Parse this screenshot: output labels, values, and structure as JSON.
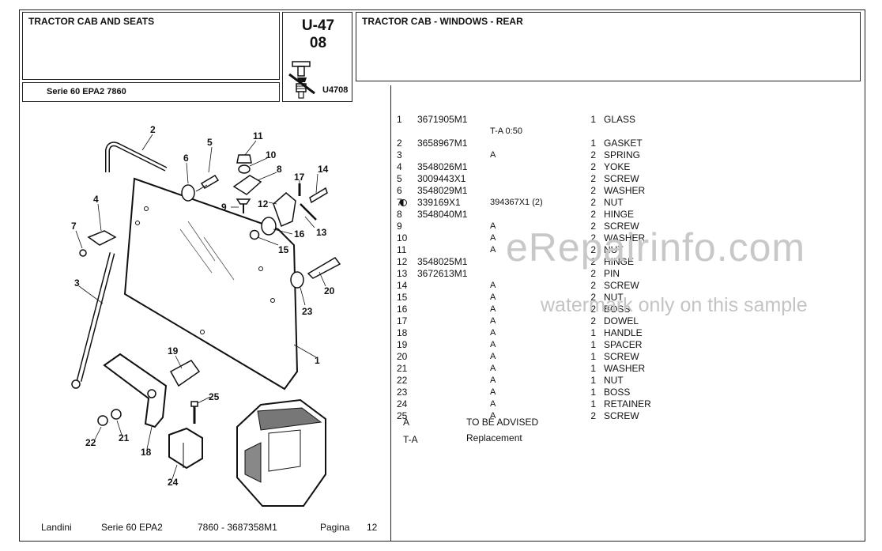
{
  "header": {
    "section_title": "TRACTOR CAB AND SEATS",
    "series": "Serie 60 EPA2 7860",
    "code_main": "U-47",
    "code_sub": "08",
    "code_fig": "U4708",
    "group_title": "TRACTOR CAB - WINDOWS - REAR"
  },
  "parts": [
    {
      "no": "1",
      "part": "3671905M1",
      "note": "",
      "qty": "1",
      "desc": "GLASS"
    },
    {
      "no": "",
      "part": "",
      "note": "T-A 0:50",
      "qty": "",
      "desc": ""
    },
    {
      "no": "2",
      "part": "3658967M1",
      "note": "",
      "qty": "1",
      "desc": "GASKET"
    },
    {
      "no": "3",
      "part": "",
      "note": "A",
      "qty": "2",
      "desc": "SPRING"
    },
    {
      "no": "4",
      "part": "3548026M1",
      "note": "",
      "qty": "2",
      "desc": "YOKE"
    },
    {
      "no": "5",
      "part": "3009443X1",
      "note": "",
      "qty": "2",
      "desc": "SCREW"
    },
    {
      "no": "6",
      "part": "3548029M1",
      "note": "",
      "qty": "2",
      "desc": "WASHER"
    },
    {
      "no": "7",
      "part": "339169X1",
      "note": "394367X1  (2)",
      "qty": "2",
      "desc": "NUT",
      "sym": true
    },
    {
      "no": "8",
      "part": "3548040M1",
      "note": "",
      "qty": "2",
      "desc": "HINGE"
    },
    {
      "no": "9",
      "part": "",
      "note": "A",
      "qty": "2",
      "desc": "SCREW"
    },
    {
      "no": "10",
      "part": "",
      "note": "A",
      "qty": "2",
      "desc": "WASHER"
    },
    {
      "no": "11",
      "part": "",
      "note": "A",
      "qty": "2",
      "desc": "NUT"
    },
    {
      "no": "12",
      "part": "3548025M1",
      "note": "",
      "qty": "2",
      "desc": "HINGE"
    },
    {
      "no": "13",
      "part": "3672613M1",
      "note": "",
      "qty": "2",
      "desc": "PIN"
    },
    {
      "no": "14",
      "part": "",
      "note": "A",
      "qty": "2",
      "desc": "SCREW"
    },
    {
      "no": "15",
      "part": "",
      "note": "A",
      "qty": "2",
      "desc": "NUT"
    },
    {
      "no": "16",
      "part": "",
      "note": "A",
      "qty": "2",
      "desc": "BOSS"
    },
    {
      "no": "17",
      "part": "",
      "note": "A",
      "qty": "2",
      "desc": "DOWEL"
    },
    {
      "no": "18",
      "part": "",
      "note": "A",
      "qty": "1",
      "desc": "HANDLE"
    },
    {
      "no": "19",
      "part": "",
      "note": "A",
      "qty": "1",
      "desc": "SPACER"
    },
    {
      "no": "20",
      "part": "",
      "note": "A",
      "qty": "1",
      "desc": "SCREW"
    },
    {
      "no": "21",
      "part": "",
      "note": "A",
      "qty": "1",
      "desc": "WASHER"
    },
    {
      "no": "22",
      "part": "",
      "note": "A",
      "qty": "1",
      "desc": "NUT"
    },
    {
      "no": "23",
      "part": "",
      "note": "A",
      "qty": "1",
      "desc": "BOSS"
    },
    {
      "no": "24",
      "part": "",
      "note": "A",
      "qty": "1",
      "desc": "RETAINER"
    },
    {
      "no": "25",
      "part": "",
      "note": "A",
      "qty": "2",
      "desc": "SCREW"
    }
  ],
  "legend": [
    {
      "code": "A",
      "text": "TO BE ADVISED"
    },
    {
      "code": "T-A",
      "text": "Replacement"
    }
  ],
  "footer": {
    "brand": "Landini",
    "series": "Serie 60 EPA2",
    "model_code": "7860  - 3687358M1",
    "page_label": "Pagina",
    "page_number": "12"
  },
  "watermark": {
    "line1": "eRepairinfo.com",
    "line2": "watermark only on this sample"
  },
  "callouts": [
    "1",
    "2",
    "3",
    "4",
    "5",
    "6",
    "7",
    "8",
    "9",
    "10",
    "11",
    "12",
    "13",
    "14",
    "15",
    "16",
    "17",
    "18",
    "19",
    "20",
    "21",
    "22",
    "23",
    "24",
    "25"
  ]
}
